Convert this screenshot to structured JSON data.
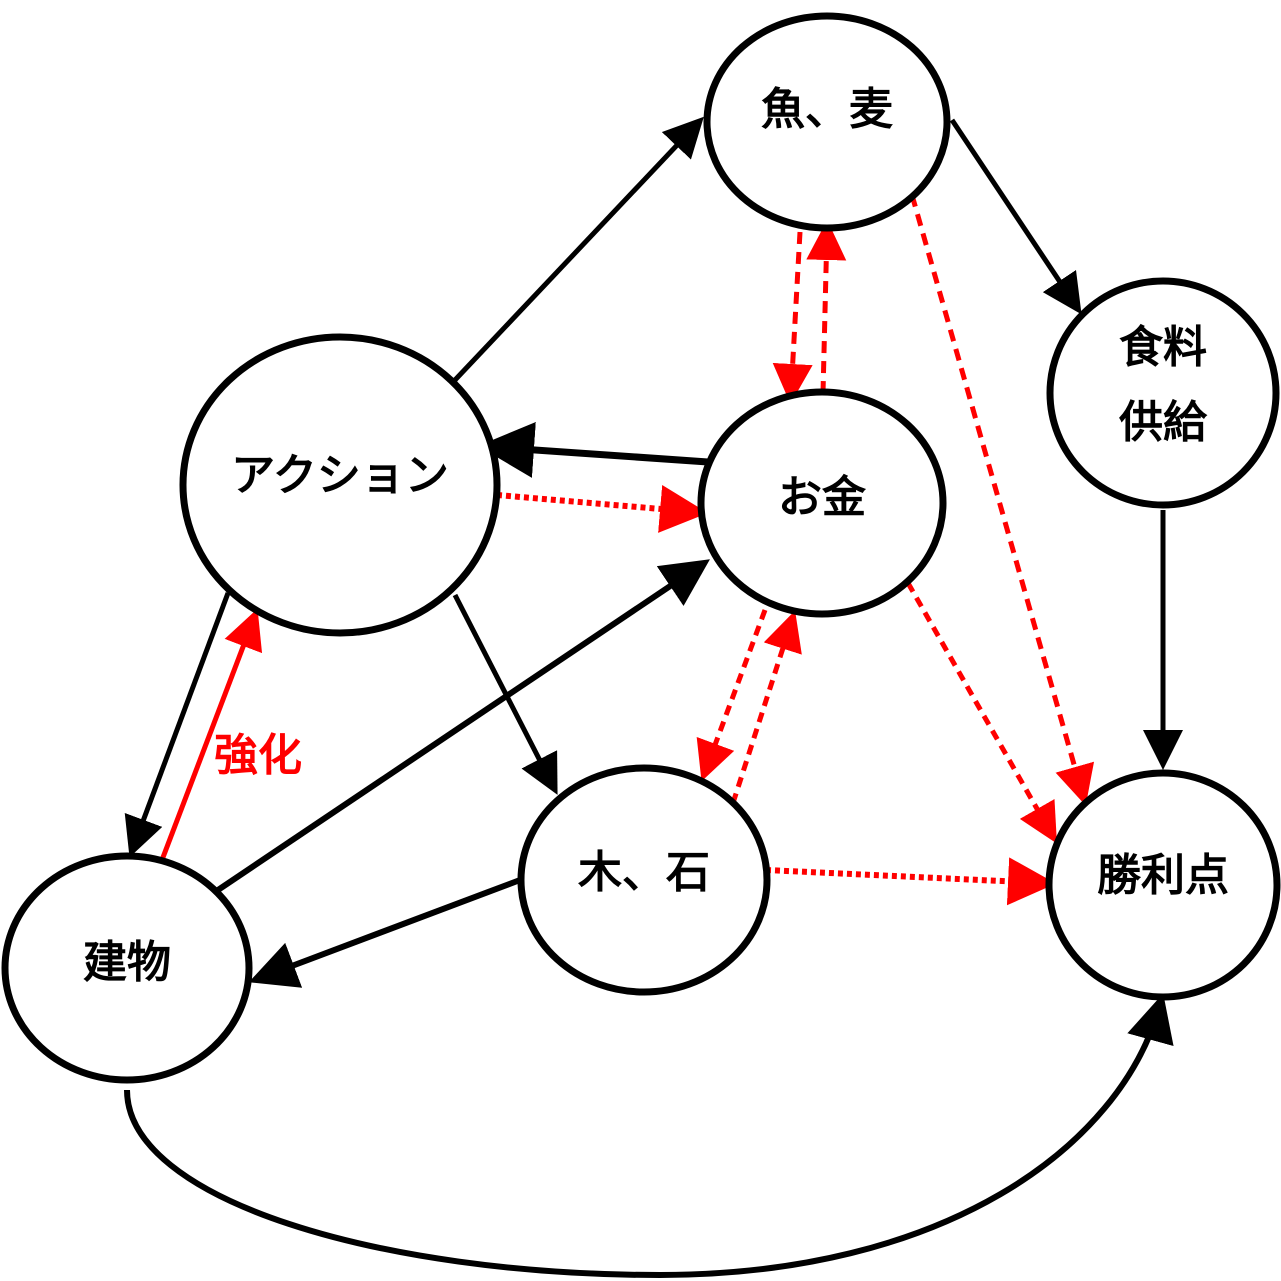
{
  "nodes": {
    "fish_wheat": "魚、麦",
    "food_supply_1": "食料",
    "food_supply_2": "供給",
    "action": "アクション",
    "money": "お金",
    "wood_stone": "木、石",
    "building": "建物",
    "victory_points": "勝利点"
  },
  "edge_labels": {
    "upgrade": "強化"
  },
  "colors": {
    "primary": "#000000",
    "accent": "#ff0000"
  }
}
